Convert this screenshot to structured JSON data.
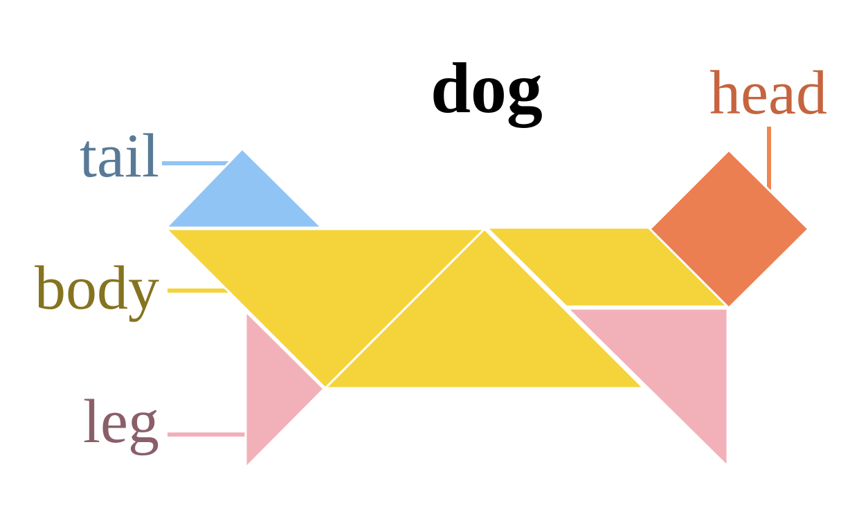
{
  "title": "dog",
  "labels": {
    "head": "head",
    "tail": "tail",
    "body": "body",
    "leg": "leg"
  },
  "colors": {
    "title": "#000000",
    "head_text": "#c5643f",
    "head_piece": "#eb7f52",
    "head_leader": "#ee8654",
    "tail_text": "#587a96",
    "tail_piece": "#90c4f4",
    "body_text": "#85731f",
    "body_piece": "#f4d43a",
    "leg_text": "#8a5f69",
    "leg_piece": "#f2b1b8"
  }
}
